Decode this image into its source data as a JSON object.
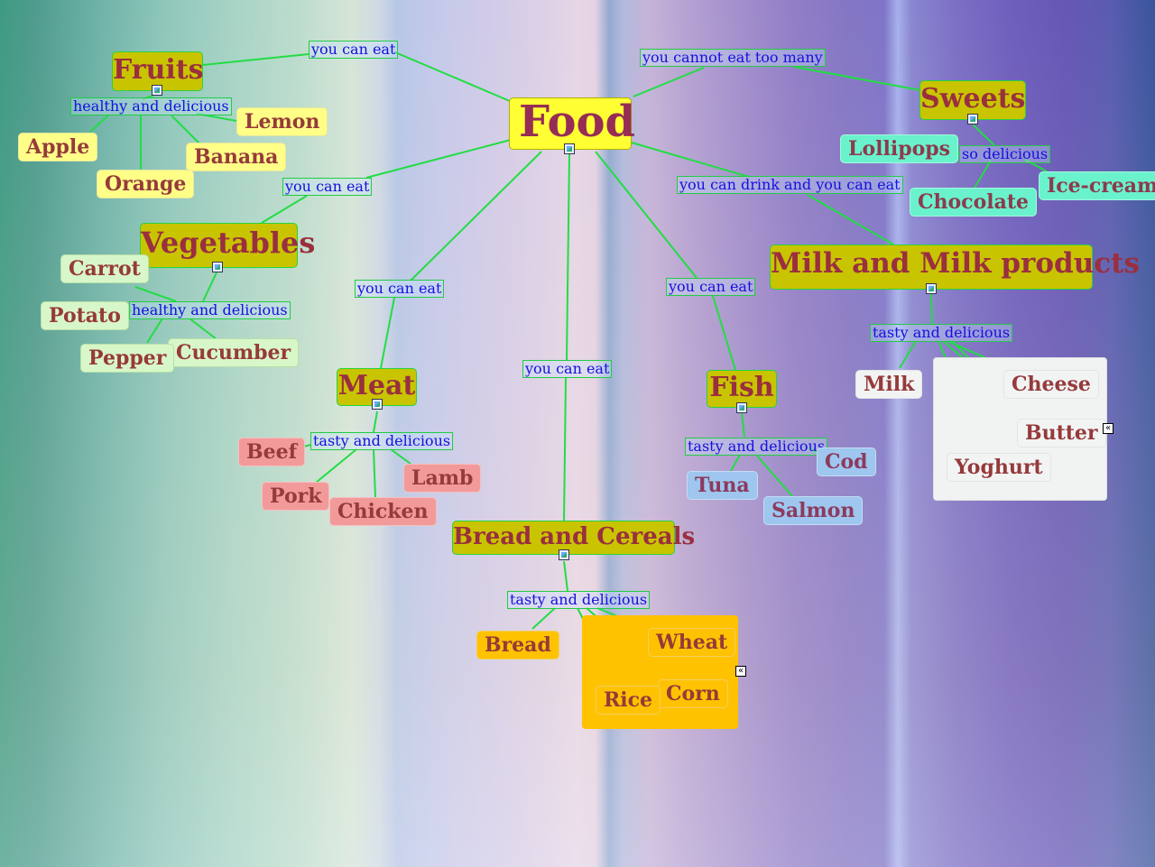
{
  "central": {
    "label": "Food"
  },
  "branches": {
    "fruits": {
      "label": "Fruits",
      "link": "you can eat",
      "sub_link": "healthy and delicious",
      "items": [
        "Lemon",
        "Apple",
        "Banana",
        "Orange"
      ]
    },
    "vegetables": {
      "label": "Vegetables",
      "link": "you can eat",
      "sub_link": "healthy and delicious",
      "items": [
        "Carrot",
        "Potato",
        "Cucumber",
        "Pepper"
      ]
    },
    "meat": {
      "label": "Meat",
      "link": "you can eat",
      "sub_link": "tasty and delicious",
      "items": [
        "Beef",
        "Lamb",
        "Pork",
        "Chicken"
      ]
    },
    "bread": {
      "label": "Bread and Cereals",
      "link": "you can eat",
      "sub_link": "tasty and delicious",
      "items": [
        "Bread",
        "Wheat",
        "Corn",
        "Rice"
      ]
    },
    "fish": {
      "label": "Fish",
      "link": "you can eat",
      "sub_link": "tasty and delicious",
      "items": [
        "Cod",
        "Tuna",
        "Salmon"
      ]
    },
    "milk": {
      "label": "Milk and Milk products",
      "link": "you can drink and you can eat",
      "sub_link": "tasty and delicious",
      "items": [
        "Milk",
        "Cheese",
        "Butter",
        "Yoghurt"
      ]
    },
    "sweets": {
      "label": "Sweets",
      "link": "you cannot eat too many",
      "sub_link": "so delicious",
      "items": [
        "Lollipops",
        "Ice-cream",
        "Chocolate"
      ]
    }
  },
  "colors": {
    "link_line": "#22dd44",
    "topic_fill": "#c9c400",
    "central_fill": "#ffff33",
    "fruit_leaf": "#ffff88",
    "vegetable_leaf": "#d8f7c8",
    "meat_leaf": "#f29a9a",
    "bread_leaf": "#ffc200",
    "fish_leaf": "#9ec6ee",
    "milk_leaf": "#f2f4f4",
    "sweets_leaf": "#6af2cc"
  },
  "icons": {
    "topic_icon": "image-icon",
    "central_icon": "note-icon",
    "collapse_icon": "collapse-left-icon"
  }
}
